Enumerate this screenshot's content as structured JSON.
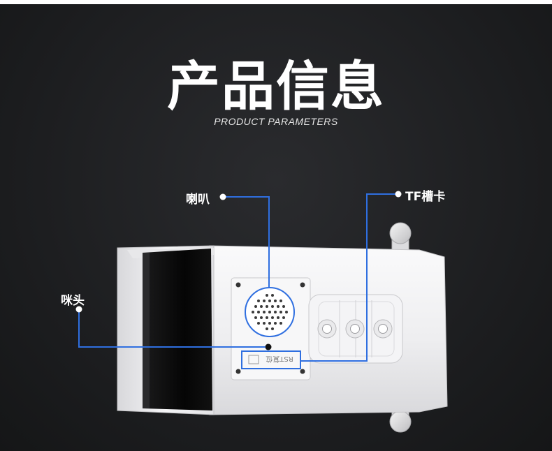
{
  "header": {
    "title": "产品信息",
    "subtitle": "PRODUCT PARAMETERS"
  },
  "callouts": {
    "speaker": "喇叭",
    "tf_slot": "TF槽卡",
    "microphone": "咪头"
  },
  "device": {
    "reset_label": "RST复位"
  },
  "colors": {
    "background": "#1c1d1f",
    "leader_line": "#2f6fe0",
    "device_body": "#f2f2f4",
    "lens": "#0a0a0a"
  }
}
